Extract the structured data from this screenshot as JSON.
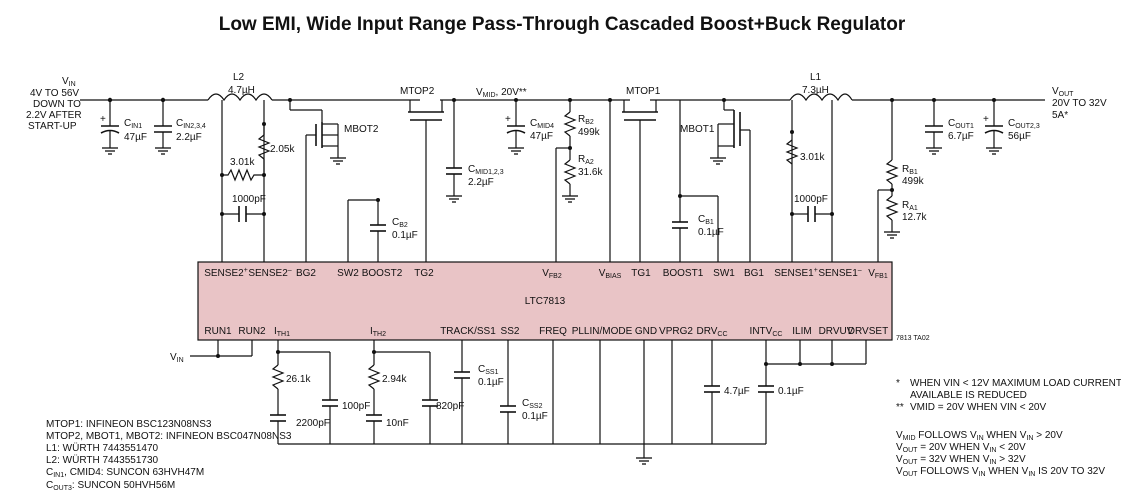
{
  "title": "Low EMI, Wide Input Range Pass-Through Cascaded Boost+Buck Regulator",
  "chip_name": "LTC7813",
  "figure_code": "7813 TA02",
  "vin": {
    "name_main": "V",
    "name_sub": "IN",
    "lines": [
      "4V TO 56V",
      "DOWN TO",
      "2.2V AFTER",
      "START-UP"
    ]
  },
  "vin_pin_label": {
    "main": "V",
    "sub": "IN"
  },
  "vout": {
    "name_main": "V",
    "name_sub": "OUT",
    "lines": [
      "20V TO 32V",
      "5A*"
    ]
  },
  "vmid": {
    "main": "V",
    "sub": "MID",
    "tail": ", 20V**"
  },
  "components": {
    "cin1": {
      "main": "C",
      "sub": "IN1",
      "value": "47µF"
    },
    "cin2": {
      "main": "C",
      "sub": "IN2,3,4",
      "value": "2.2µF"
    },
    "l2": {
      "name": "L2",
      "value": "4.7µH"
    },
    "r205": "2.05k",
    "r301_left": "3.01k",
    "c1000_left": "1000pF",
    "mbot2": "MBOT2",
    "mtop2": "MTOP2",
    "cmid1": {
      "main": "C",
      "sub": "MID1,2,3",
      "value": "2.2µF"
    },
    "cmid4": {
      "main": "C",
      "sub": "MID4",
      "value": "47µF"
    },
    "rb2": {
      "main": "R",
      "sub": "B2",
      "value": "499k"
    },
    "ra2": {
      "main": "R",
      "sub": "A2",
      "value": "31.6k"
    },
    "cb2": {
      "main": "C",
      "sub": "B2",
      "value": "0.1µF"
    },
    "mtop1": "MTOP1",
    "mbot1": "MBOT1",
    "cb1": {
      "main": "C",
      "sub": "B1",
      "value": "0.1µF"
    },
    "l1": {
      "name": "L1",
      "value": "7.3µH"
    },
    "r301_right": "3.01k",
    "c1000_right": "1000pF",
    "rb1": {
      "main": "R",
      "sub": "B1",
      "value": "499k"
    },
    "ra1": {
      "main": "R",
      "sub": "A1",
      "value": "12.7k"
    },
    "cout1": {
      "main": "C",
      "sub": "OUT1",
      "value": "6.7µF"
    },
    "cout2": {
      "main": "C",
      "sub": "OUT2,3",
      "value": "56µF"
    },
    "r261": "26.1k",
    "c2200": "2200pF",
    "c100": "100pF",
    "r294": "2.94k",
    "c10n": "10nF",
    "c820": "820pF",
    "css1": {
      "main": "C",
      "sub": "SS1",
      "value": "0.1µF"
    },
    "css2": {
      "main": "C",
      "sub": "SS2",
      "value": "0.1µF"
    },
    "cdrv": "4.7µF",
    "cintv": "0.1µF"
  },
  "pins_top": [
    {
      "main": "SENSE2",
      "sup": "+"
    },
    {
      "main": "SENSE2",
      "sup": "–"
    },
    {
      "main": "BG2"
    },
    {
      "main": "SW2"
    },
    {
      "main": "BOOST2"
    },
    {
      "main": "TG2"
    },
    {
      "main": "V",
      "sub": "FB2"
    },
    {
      "main": "V",
      "sub": "BIAS"
    },
    {
      "main": "TG1"
    },
    {
      "main": "BOOST1"
    },
    {
      "main": "SW1"
    },
    {
      "main": "BG1"
    },
    {
      "main": "SENSE1",
      "sup": "+"
    },
    {
      "main": "SENSE1",
      "sup": "–"
    },
    {
      "main": "V",
      "sub": "FB1"
    }
  ],
  "pins_bottom": [
    {
      "main": "RUN1"
    },
    {
      "main": "RUN2"
    },
    {
      "main": "I",
      "sub": "TH1"
    },
    {
      "main": "I",
      "sub": "TH2"
    },
    {
      "main": "TRACK/SS1"
    },
    {
      "main": "SS2"
    },
    {
      "main": "FREQ"
    },
    {
      "main": "PLLIN/MODE"
    },
    {
      "main": "GND"
    },
    {
      "main": "VPRG2"
    },
    {
      "main": "DRV",
      "sub": "CC"
    },
    {
      "main": "INTV",
      "sub": "CC"
    },
    {
      "main": "ILIM"
    },
    {
      "main": "DRVUV"
    },
    {
      "main": "DRVSET"
    }
  ],
  "parts_list": [
    "MTOP1: INFINEON BSC123N08NS3",
    "MTOP2, MBOT1, MBOT2: INFINEON BSC047N08NS3",
    "L1: WÜRTH 7443551470",
    "L2: WÜRTH 7443551730"
  ],
  "parts_caps": [
    {
      "a": "C",
      "a_sub": "IN1",
      "b": ", CMID4: SUNCON 63HVH47M"
    },
    {
      "a": "C",
      "a_sub": "OUT3",
      "b": ": SUNCON 50HVH56M"
    }
  ],
  "notes": [
    {
      "mark": "*",
      "lines": [
        "WHEN VIN < 12V MAXIMUM LOAD CURRENT",
        "AVAILABLE IS REDUCED"
      ]
    },
    {
      "mark": "**",
      "lines": [
        "VMID = 20V WHEN VIN < 20V"
      ]
    }
  ],
  "follow_notes": [
    [
      {
        "t": "V"
      },
      {
        "s": "MID"
      },
      {
        "t": " FOLLOWS V"
      },
      {
        "s": "IN"
      },
      {
        "t": " WHEN V"
      },
      {
        "s": "IN"
      },
      {
        "t": " > 20V"
      }
    ],
    [
      {
        "t": "V"
      },
      {
        "s": "OUT"
      },
      {
        "t": " = 20V WHEN V"
      },
      {
        "s": "IN"
      },
      {
        "t": " < 20V"
      }
    ],
    [
      {
        "t": "V"
      },
      {
        "s": "OUT"
      },
      {
        "t": " = 32V WHEN V"
      },
      {
        "s": "IN"
      },
      {
        "t": " > 32V"
      }
    ],
    [
      {
        "t": "V"
      },
      {
        "s": "OUT"
      },
      {
        "t": " FOLLOWS V"
      },
      {
        "s": "IN"
      },
      {
        "t": " WHEN V"
      },
      {
        "s": "IN"
      },
      {
        "t": " IS 20V TO 32V"
      }
    ]
  ]
}
